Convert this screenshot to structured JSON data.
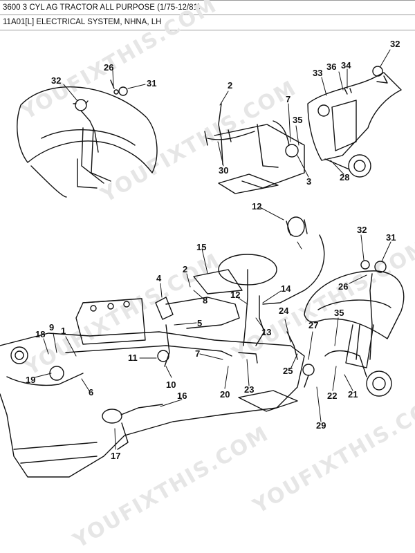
{
  "header": {
    "title": "3600 3 CYL AG TRACTOR ALL PURPOSE (1/75-12/81)",
    "subtitle": "11A01[L] ELECTRICAL SYSTEM, NHNA, LH"
  },
  "watermark": "YOUFIXTHIS.COM",
  "callouts": [
    "32",
    "26",
    "31",
    "2",
    "7",
    "33",
    "36",
    "34",
    "32",
    "35",
    "30",
    "3",
    "28",
    "12",
    "15",
    "32",
    "31",
    "4",
    "2",
    "14",
    "26",
    "8",
    "12",
    "5",
    "13",
    "24",
    "27",
    "35",
    "9",
    "18",
    "1",
    "11",
    "7",
    "19",
    "6",
    "10",
    "20",
    "23",
    "25",
    "22",
    "21",
    "16",
    "17",
    "29"
  ]
}
